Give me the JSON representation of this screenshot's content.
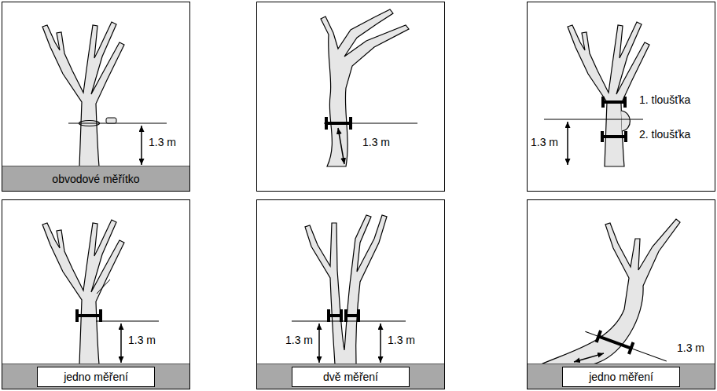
{
  "diagram": {
    "nodes": [
      {
        "text": [
          "1.3 m"
        ]
      },
      {
        "text": [
          "obvodové měřítko"
        ],
        "in": 0
      },
      {
        "text": [
          "1.3 m"
        ]
      },
      {
        "text": [
          "1. tloušťka",
          "2. tloušťka",
          "1.3 m"
        ]
      },
      {
        "text": [
          "1.3 m"
        ]
      },
      {
        "text": [
          "jedno měření"
        ],
        "in": 4
      },
      {
        "text": [
          "1.3 m",
          "1.3 m"
        ]
      },
      {
        "text": [
          "dvě měření"
        ],
        "in": 6
      },
      {
        "text": [
          "1.3 m"
        ]
      },
      {
        "text": [
          "jedno měření"
        ],
        "in": 8
      }
    ]
  }
}
